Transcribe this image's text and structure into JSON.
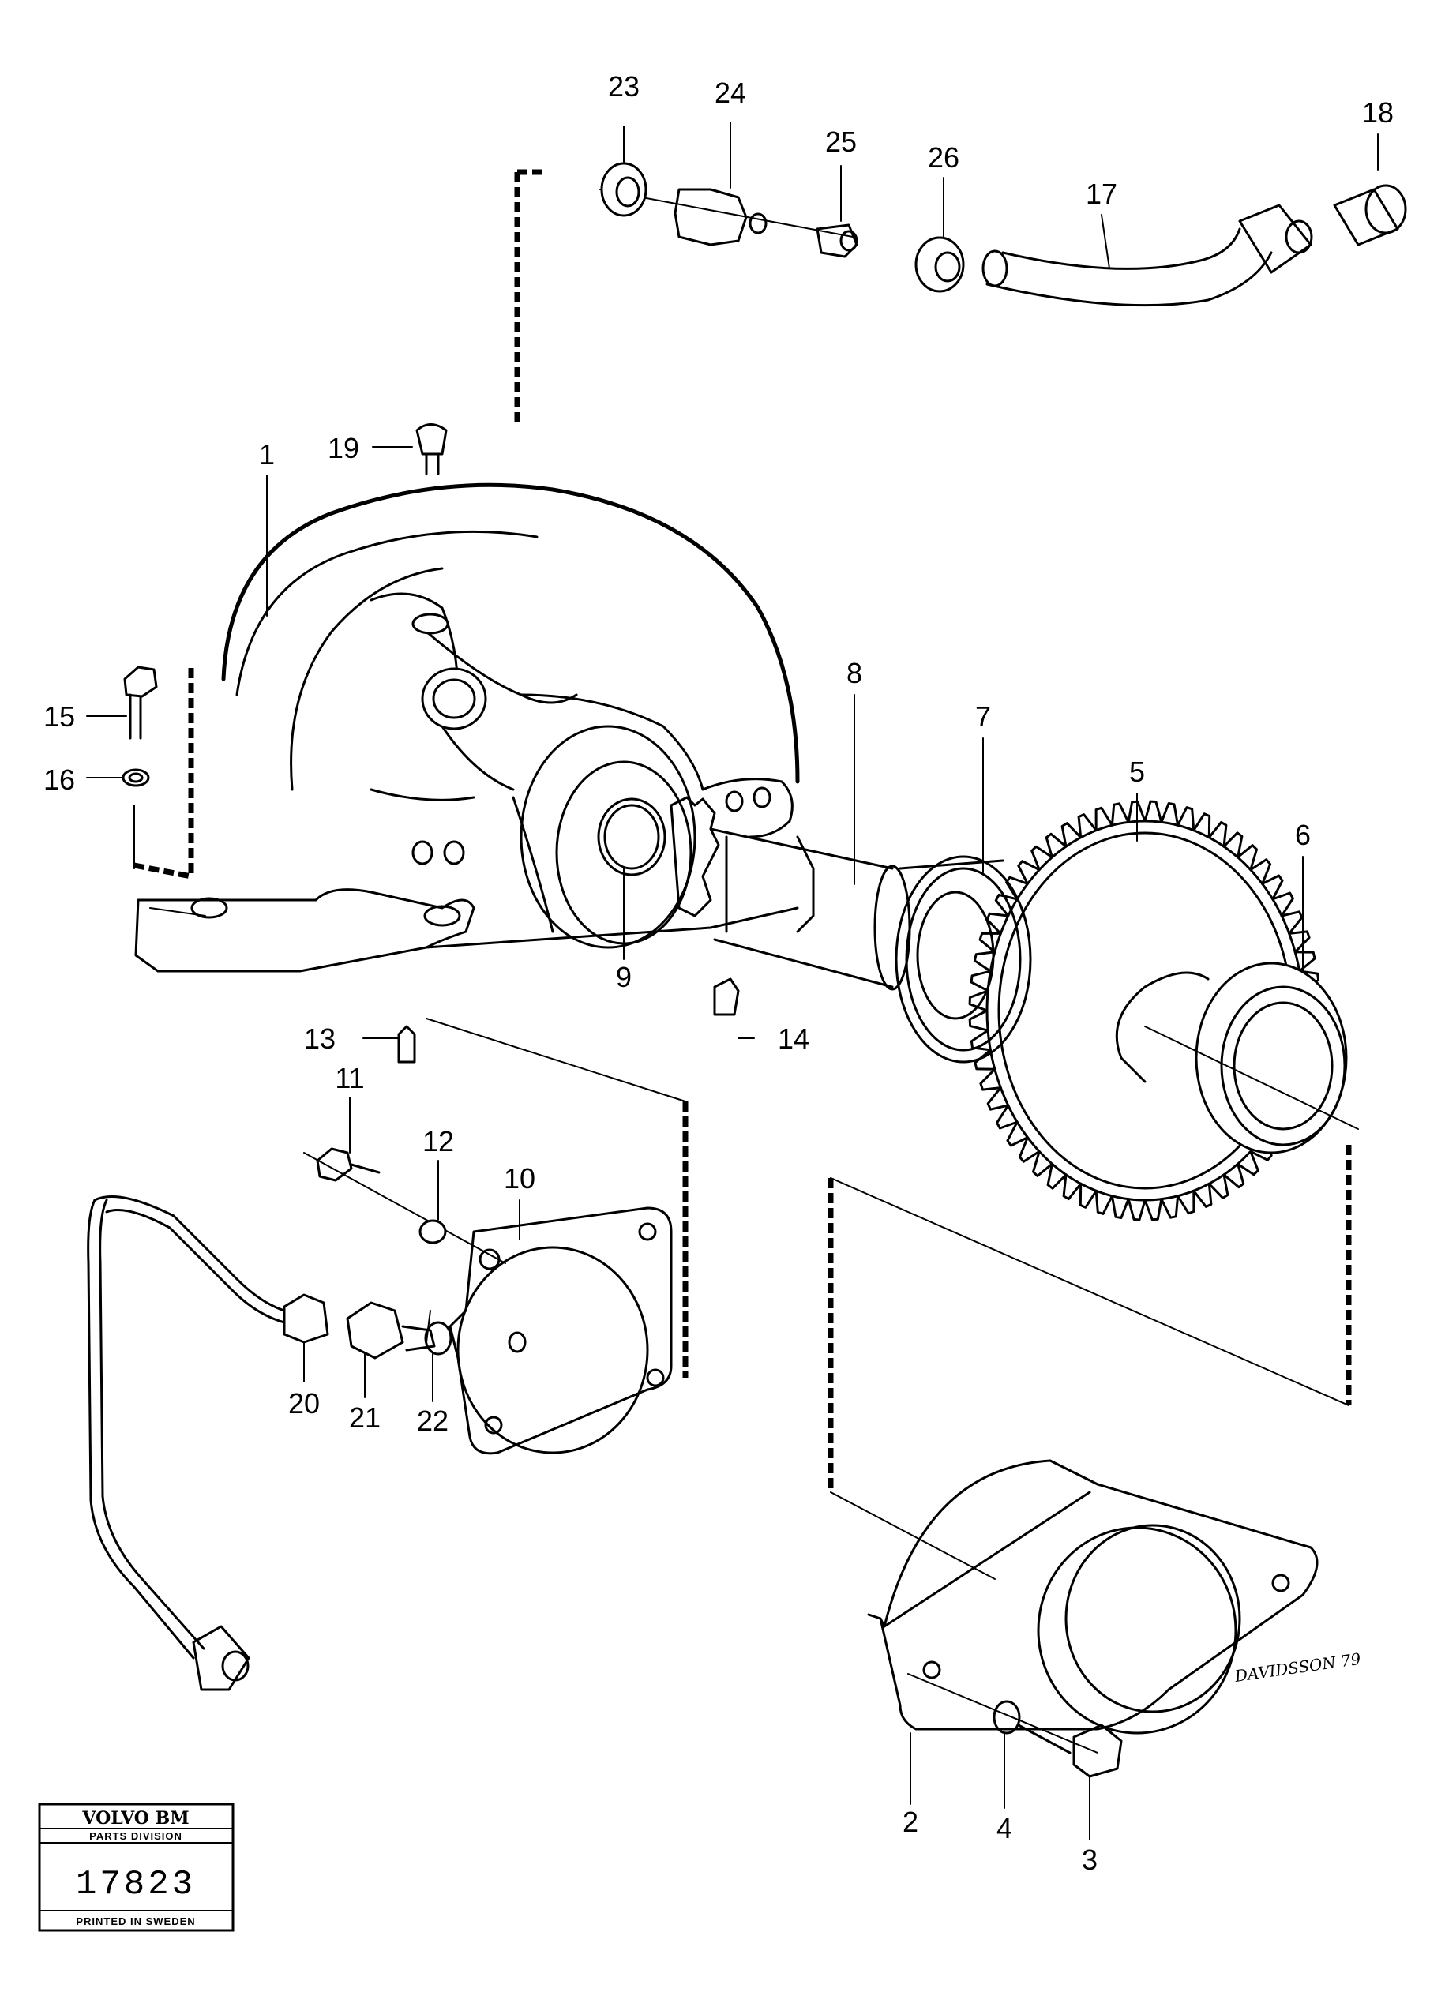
{
  "callouts": [
    "1",
    "2",
    "3",
    "4",
    "5",
    "6",
    "7",
    "8",
    "9",
    "10",
    "11",
    "12",
    "13",
    "14",
    "15",
    "16",
    "17",
    "18",
    "19",
    "20",
    "21",
    "22",
    "23",
    "24",
    "25",
    "26"
  ],
  "signature": "DAVIDSSON 79",
  "title_block": {
    "brand": "VOLVO BM",
    "division": "PARTS DIVISION",
    "number": "17823",
    "printed": "PRINTED IN SWEDEN"
  }
}
